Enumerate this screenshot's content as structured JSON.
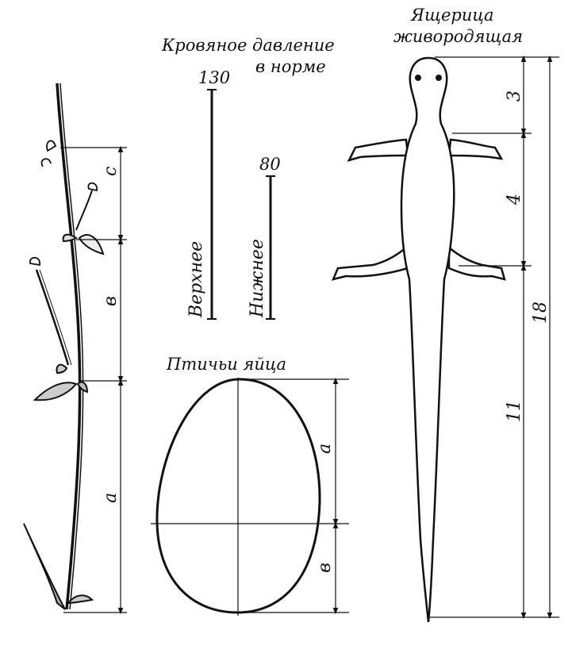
{
  "blood_pressure": {
    "title_line1": "Кровяное давление",
    "title_line2": "в норме",
    "upper": {
      "value": "130",
      "label": "Верхнее"
    },
    "lower": {
      "value": "80",
      "label": "Нижнее"
    }
  },
  "egg": {
    "title": "Птичьи яйца",
    "top_label": "а",
    "bottom_label": "в"
  },
  "plant": {
    "segment_top": "с",
    "segment_middle": "в",
    "segment_bottom": "а"
  },
  "lizard": {
    "title_line1": "Ящерица",
    "title_line2": "живородящая",
    "head": "3",
    "body": "4",
    "tail": "11",
    "total": "18"
  }
}
